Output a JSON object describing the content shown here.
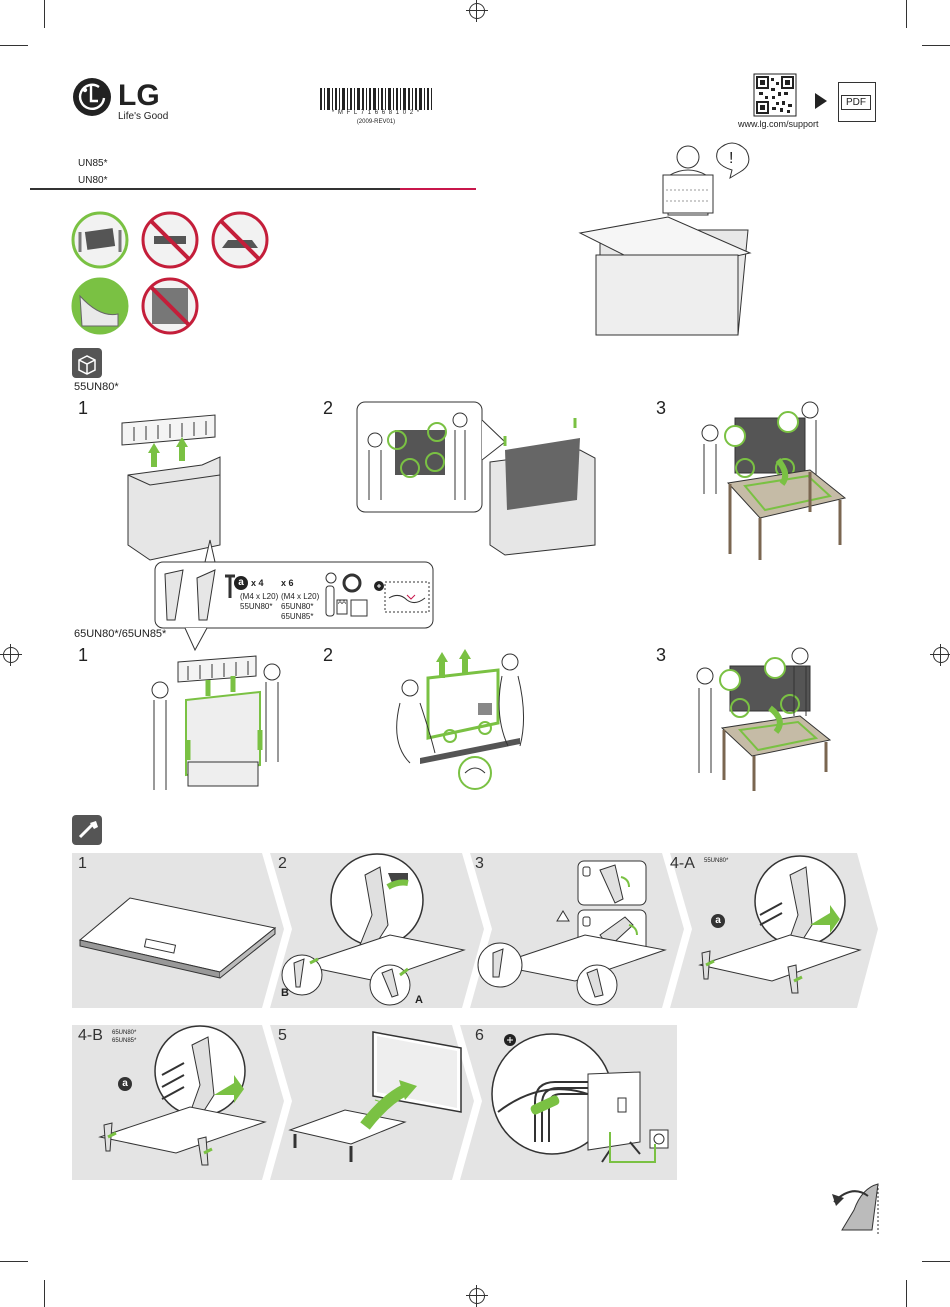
{
  "header": {
    "brand": "LG",
    "tagline": "Life's Good",
    "barcode_text": "* M F L 7 1 6 6 8 1 0 2 *",
    "revision": "(2009-REV01)",
    "support_url": "www.lg.com/support",
    "pdf_label": "PDF",
    "models": [
      "UN85*",
      "UN80*"
    ]
  },
  "unpack": {
    "group1_label": "55UN80*",
    "group2_label": "65UN80*/65UN85*",
    "steps": [
      "1",
      "2",
      "3"
    ]
  },
  "parts": {
    "screws_a_qty": "x 4",
    "screws_a_spec": "(M4 x L20)",
    "screws_a_models": "55UN80*",
    "screws_b_qty": "x 6",
    "screws_b_spec": "(M4 x L20)",
    "screws_b_models": [
      "65UN80*",
      "65UN85*"
    ],
    "screw_letter": "a",
    "aa_label": "AA"
  },
  "assembly": {
    "row1": [
      "1",
      "2",
      "3",
      "4-A"
    ],
    "row1_4a_model": "55UN80*",
    "stand_b": "B",
    "stand_a": "A",
    "row2": [
      "4-B",
      "5",
      "6"
    ],
    "row2_4b_models": [
      "65UN80*",
      "65UN85*"
    ],
    "screw_letter": "a"
  },
  "colors": {
    "accent_green": "#7ac143",
    "lg_red": "#c8174b",
    "no_red": "#c41e3a",
    "gray_band": "#e4e4e4"
  }
}
